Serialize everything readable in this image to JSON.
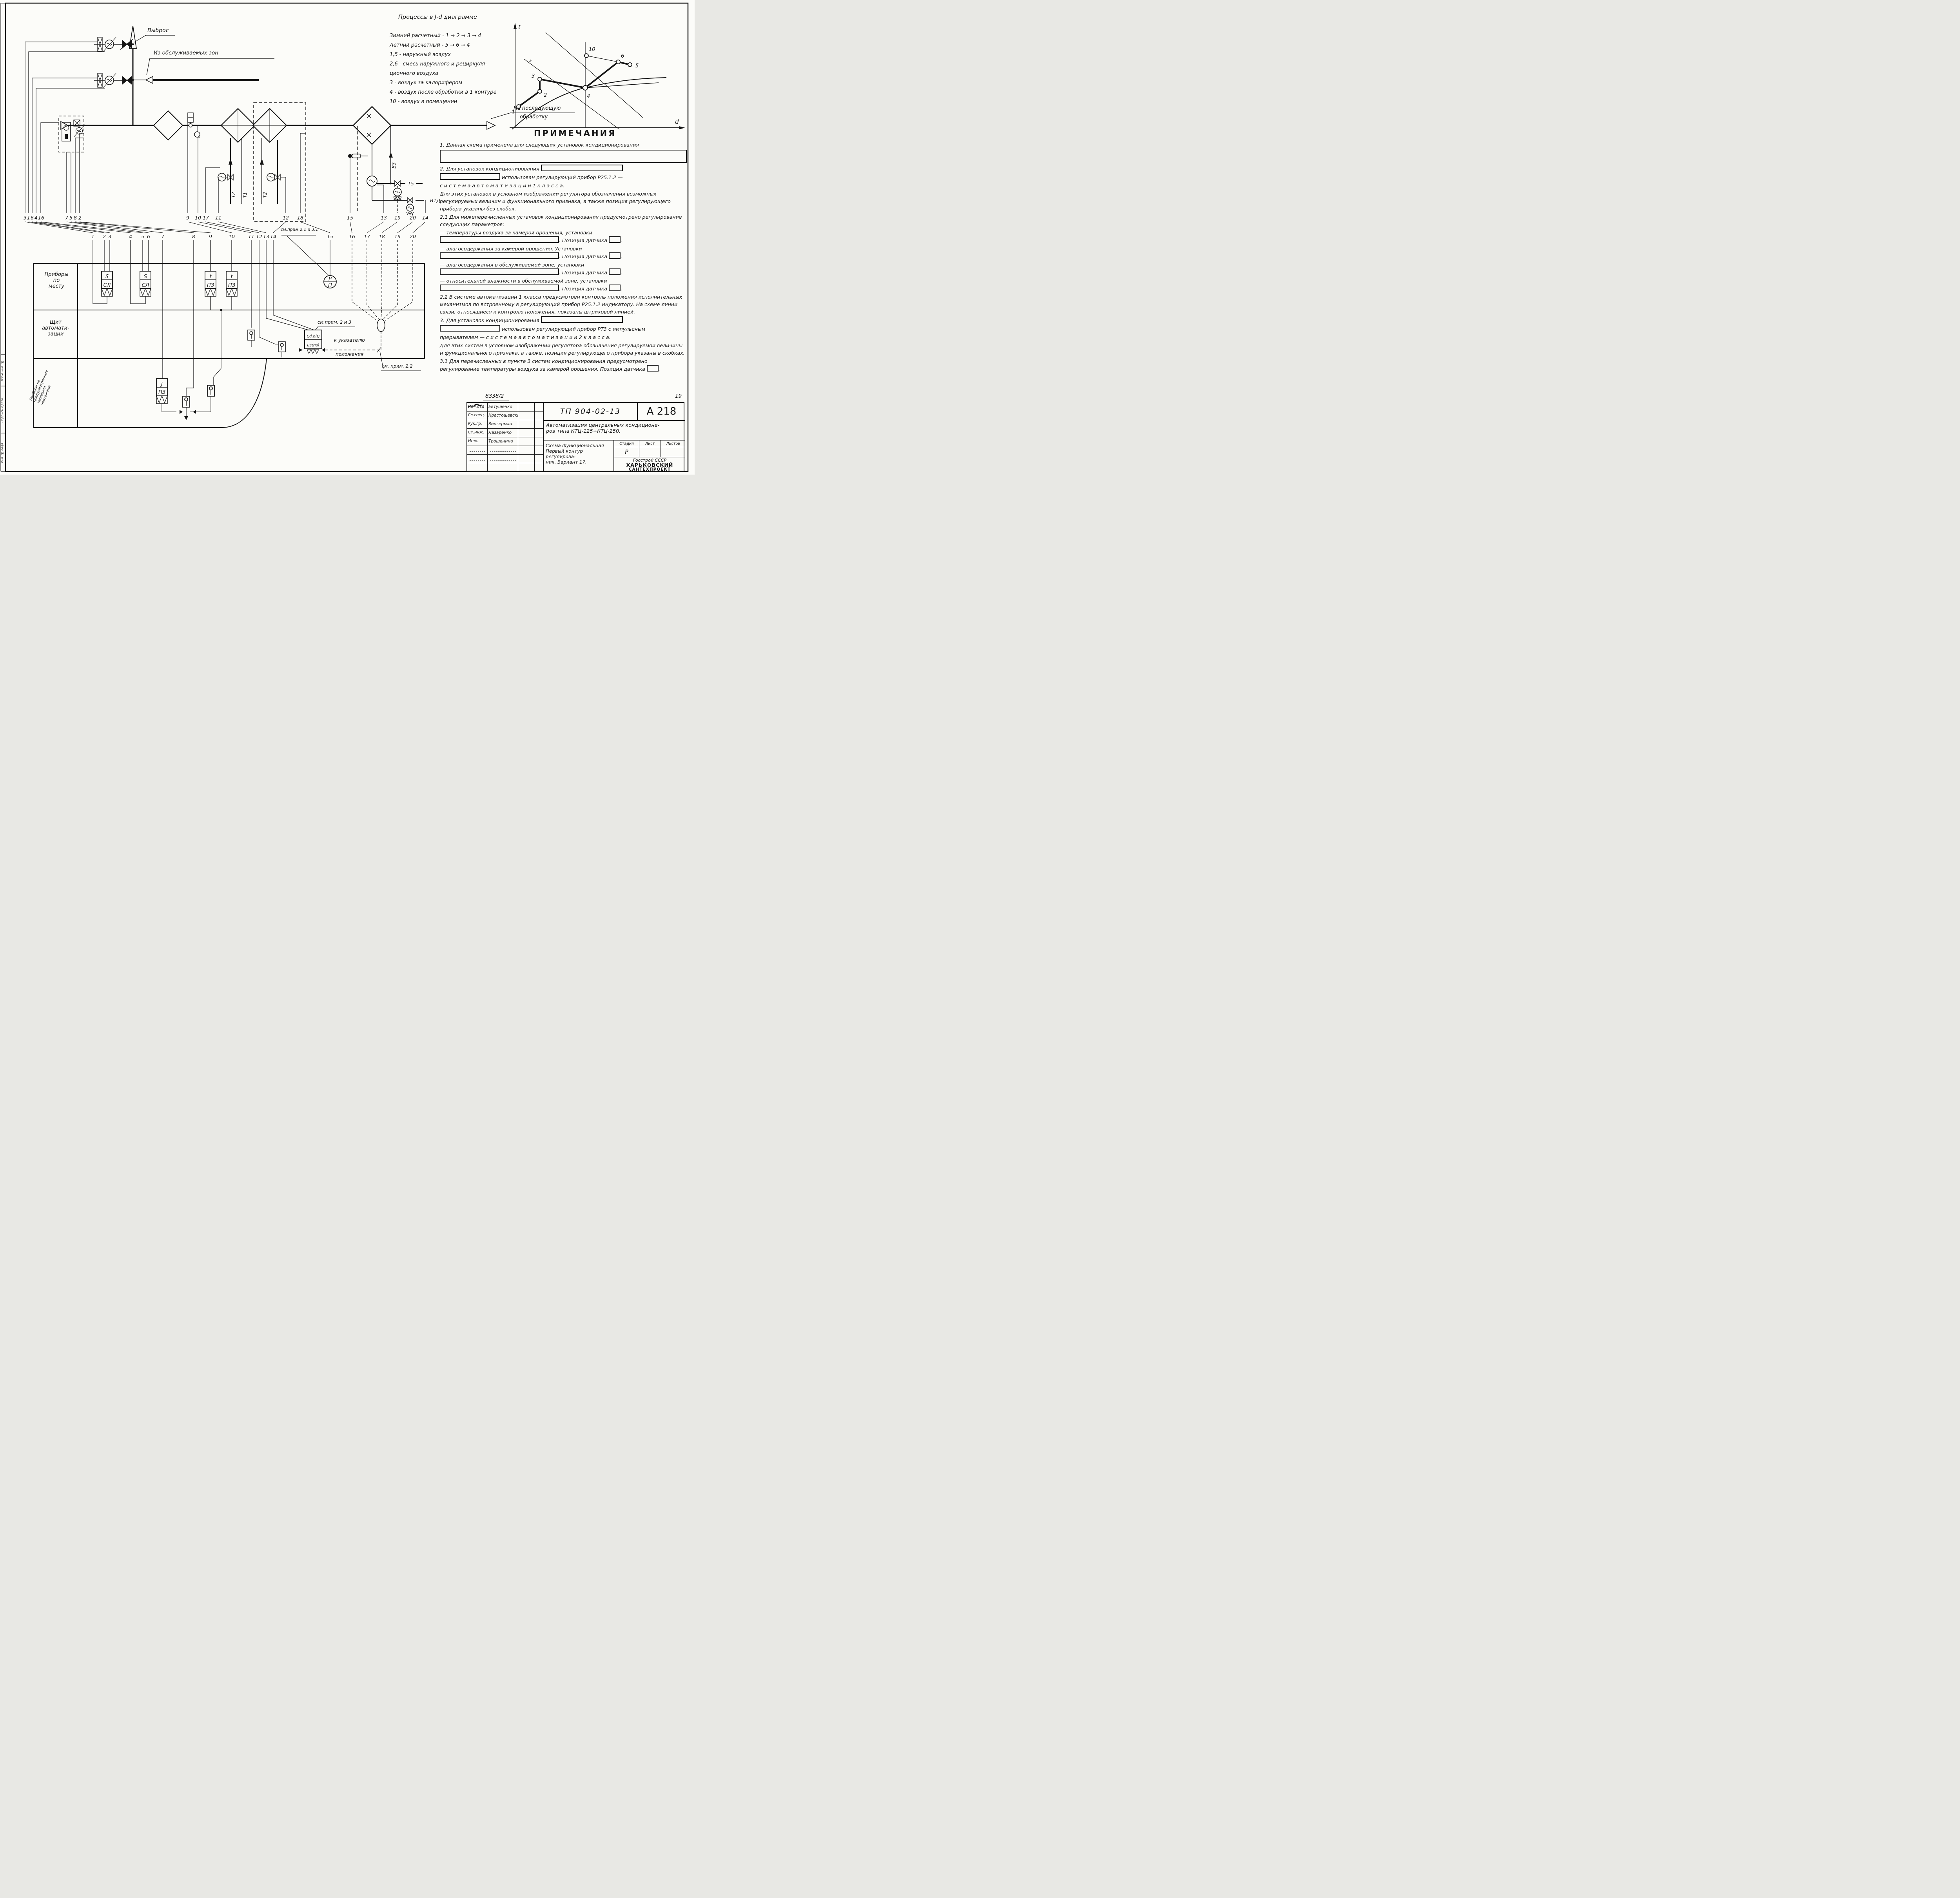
{
  "sheet": {
    "doc_small": "8338/2",
    "page_num": "19"
  },
  "strip": {
    "vzam": "Взам. инв. №",
    "podpis": "Подпись и дата",
    "inv": "Инв. № подл."
  },
  "schematic": {
    "vybros": "Выброс",
    "iz_zon": "Из обслуживаемых зон",
    "next1": "На последующую",
    "next2": "обработку",
    "pipes": {
      "t2a": "Т2",
      "t1": "Т1",
      "t2b": "Т2",
      "v3": "В3",
      "t5": "Т5",
      "v1d": "В1Д"
    },
    "see_21_31": "см.прим.2.1 и 3.1",
    "see_2_3": "см.прим. 2 и 3",
    "see_22": "см. прим. 2.2",
    "to_ind1": "к указателю",
    "to_ind2": "положения"
  },
  "rows": {
    "row1": [
      "3",
      "1",
      "6",
      "4",
      "16",
      "7",
      "5",
      "8",
      "2",
      "9",
      "10",
      "17",
      "11",
      "12",
      "18",
      "15",
      "13",
      "19",
      "20",
      "14"
    ],
    "row2": [
      "1",
      "2",
      "3",
      "4",
      "5",
      "6",
      "7",
      "8",
      "9",
      "10",
      "11",
      "12",
      "13",
      "14",
      "15",
      "16",
      "17",
      "18",
      "19",
      "20"
    ]
  },
  "table": {
    "r1a": "Приборы",
    "r1b": "по",
    "r1c": "месту",
    "r2a": "Щит",
    "r2b": "автомати-",
    "r2c": "зации",
    "r3": [
      "Приборы не",
      "предусмотренные",
      "типовыми",
      "чертежами"
    ]
  },
  "instruments": {
    "s": "S",
    "sl": "СЛ",
    "t": "t",
    "pz": "ПЗ",
    "j": "J",
    "rp_top": "Р",
    "rp_bot": "П",
    "tbox_top": "t,d,φ(t)",
    "tbox_bot": "uз(пз)"
  },
  "jd": {
    "title": "Процессы в J-d диаграмме",
    "legend": [
      "Зимний расчетный - 1 → 2 → 3 → 4",
      "Летний расчетный - 5 → 6 → 4",
      "1,5 - наружный воздух",
      "2,6 - смесь наружного и рециркуля-",
      "ционного воздуха",
      "3 - воздух за калорифером",
      "4 - воздух после обработки в 1 контуре",
      "10 - воздух в помещении"
    ],
    "axis_t": "t",
    "axis_d": "d",
    "points": {
      "p1": "1",
      "p2": "2",
      "p3": "3",
      "p4": "4",
      "p5": "5",
      "p6": "6",
      "p10": "10",
      "pa": "a"
    }
  },
  "notes": {
    "title": "ПРИМЕЧАНИЯ",
    "n1": "1. Данная схема применена для следующих установок кондиционирования",
    "n2a": "2. Для установок кондиционирования",
    "n2b": "использован регулирующий прибор Р25.1.2 —",
    "n2c": "с и с т е м а   а в т о м а т и з а ц и и   1  к л а с с а.",
    "n2d": "Для этих установок в условном изображении регулятора обозначения возможных регулируемых величин и функционального признака, а также позиция регулирующего прибора указаны без скобок.",
    "n21": "2.1 Для нижеперечисленных установок кондиционирования предусмотрено регулирование следующих параметров:",
    "p1": "— температуры воздуха за камерой орошения, установки",
    "p2": "— влагосодержания за камерой орошения.  Установки",
    "p3": "— влагосодержания в обслуживаемой зоне, установки",
    "p4": "— относительной влажности в обслуживаемой зоне, установки",
    "pos": ". Позиция датчика",
    "dot": ".",
    "n22": "2.2 В системе автоматизации 1 класса предусмотрен контроль положения исполнительных механизмов по встроенному в регулирующий прибор Р25.1.2 индикатору. На схеме линии связи, относящиеся к контролю положения, показаны штриховой линией.",
    "n3a": "3. Для установок кондиционирования",
    "n3b": "использован регулирующий прибор РТ3 с импульсным",
    "n3c": "прерывателем — с и с т е м а   а в т о м а т и з а ц и и   2  к л а с с а.",
    "n3d": "Для этих систем в условном изображении регулятора обозначения регулируемой величины и функционального признака, а также, позиция регулирующего прибора указаны в скобках.",
    "n31": "3.1 Для перечисленных в пункте 3 систем кондиционирования предусмотрено регулирование температуры воздуха за камерой орошения. Позиция датчика"
  },
  "titleblock": {
    "roles": [
      {
        "role": "Нач.отд",
        "name": "Евтушенко"
      },
      {
        "role": "Гл.спец.",
        "name": "Крастошевский"
      },
      {
        "role": "Рук.гр.",
        "name": "Зингерман"
      },
      {
        "role": "Ст.инж.",
        "name": "Лазаренко"
      },
      {
        "role": "Инж.",
        "name": "Трошенина"
      }
    ],
    "doc": "ТП 904-02-13",
    "code": "А 218",
    "title1": "Автоматизация центральных кондиционе-",
    "title2": "ров типа КТЦ-125÷КТЦ-250.",
    "stage_h": "Стадия",
    "sheet_h": "Лист",
    "sheets_h": "Листов",
    "stage": "Р",
    "scheme1": "Схема функциональная",
    "scheme2": "Первый контур регулирова-",
    "scheme3": "ния. Вариант 17.",
    "org1": "Госстрой СССР",
    "org2": "ХАРЬКОВСКИЙ",
    "org3": "САНТЕХПРОЕКТ"
  }
}
